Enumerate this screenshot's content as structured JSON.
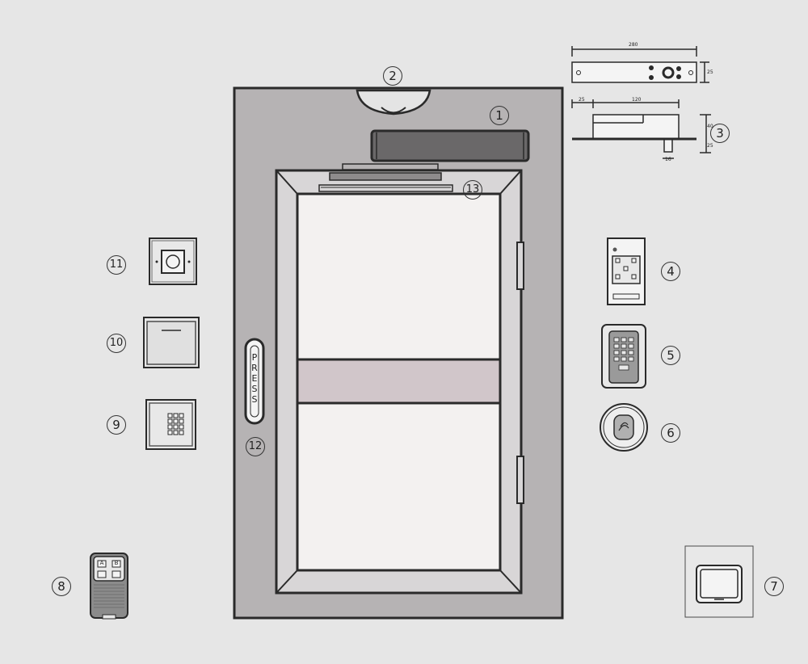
{
  "callouts": {
    "c1": "1",
    "c2": "2",
    "c3": "3",
    "c4": "4",
    "c5": "5",
    "c6": "6",
    "c7": "7",
    "c8": "8",
    "c9": "9",
    "c10": "10",
    "c11": "11",
    "c12": "12",
    "c13": "13"
  },
  "exit_button": {
    "label": "PRESS"
  },
  "dimensions": {
    "top_width": "280",
    "top_height": "25",
    "body_length": "120",
    "left_offset": "25",
    "side_height": "40",
    "base_height": "25",
    "pin_width": "16"
  },
  "remote": {
    "key_a": "A",
    "key_b": "B"
  },
  "colors": {
    "background": "#e6e6e6",
    "door_frame": "#b6b3b4",
    "glass_band": "#d1c6ca",
    "door_panel": "#f3f1f0",
    "outline": "#2a2a2a"
  }
}
